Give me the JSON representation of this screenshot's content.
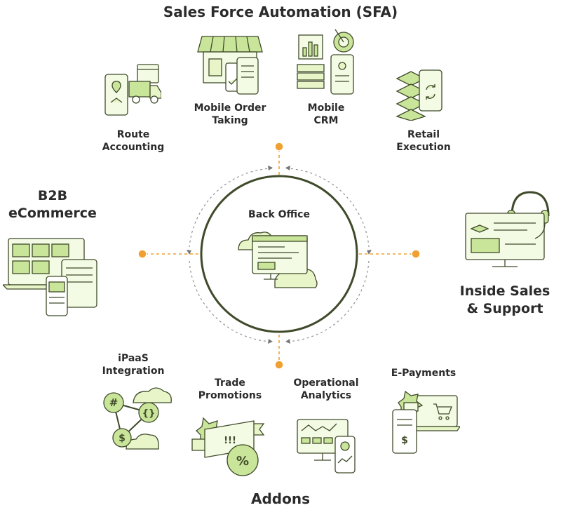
{
  "title": "Sales Force Automation (SFA)",
  "center": {
    "label": "Back Office"
  },
  "sfa_items": [
    {
      "line1": "Route",
      "line2": "Accounting"
    },
    {
      "line1": "Mobile Order",
      "line2": "Taking"
    },
    {
      "line1": "Mobile",
      "line2": "CRM"
    },
    {
      "line1": "Retail",
      "line2": "Execution"
    }
  ],
  "left": {
    "line1": "B2B",
    "line2": "eCommerce"
  },
  "right": {
    "line1": "Inside Sales",
    "line2": "& Support"
  },
  "addons_title": "Addons",
  "addon_items": [
    {
      "line1": "iPaaS",
      "line2": "Integration"
    },
    {
      "line1": "Trade",
      "line2": "Promotions"
    },
    {
      "line1": "Operational",
      "line2": "Analytics"
    },
    {
      "line1": "E-Payments",
      "line2": ""
    }
  ],
  "icon_glyphs": {
    "hash": "#",
    "code": "{}",
    "dollar": "$",
    "alert": "!!!",
    "percent": "%"
  },
  "colors": {
    "accent": "#f0a030",
    "green_fill": "#e8f5c8",
    "green_stroke": "#3f4a2a",
    "text": "#2b2b2b"
  }
}
